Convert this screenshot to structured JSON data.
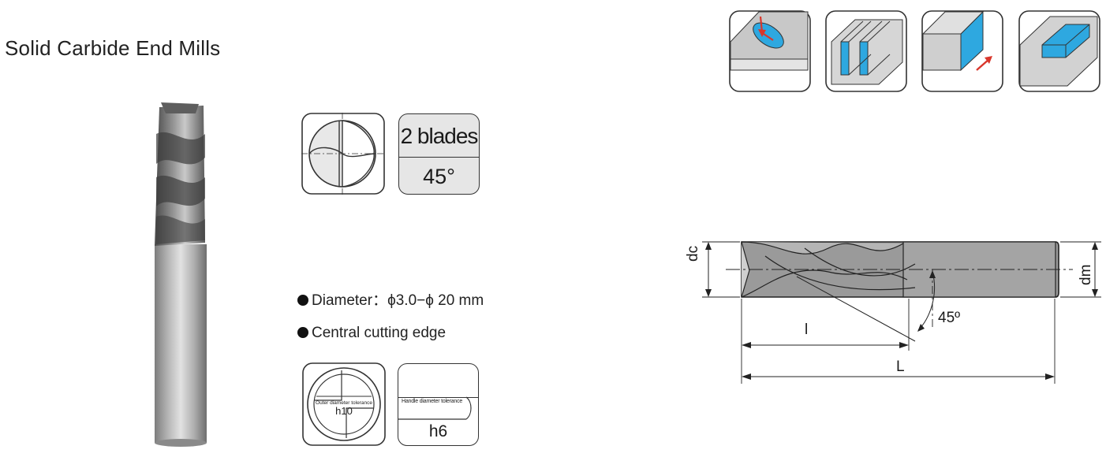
{
  "page": {
    "title": "Solid Carbide End Mills"
  },
  "edge_profile": {
    "blades_label": "2 blades",
    "helix_angle": "45°"
  },
  "features": [
    "Diameter：ϕ3.0−ϕ 20  mm",
    "Central cutting edge"
  ],
  "tolerances": {
    "outer_label": "Outer diameter tolerance",
    "outer_value": "h10",
    "handle_label": "Handle diameter tolerance",
    "handle_value": "h6"
  },
  "drawing": {
    "dc": "dc",
    "dm": "dm",
    "l": "l",
    "L": "L",
    "angle": "45º"
  },
  "applications": [
    "plunge-slotting-icon",
    "slotting-icon",
    "side-milling-icon",
    "pocket-profiling-icon"
  ],
  "colors": {
    "accent_blue": "#2ea8e0",
    "accent_red": "#d9362b",
    "steel_grey": "#9a9a9a",
    "badge_grey": "#e6e6e6"
  }
}
